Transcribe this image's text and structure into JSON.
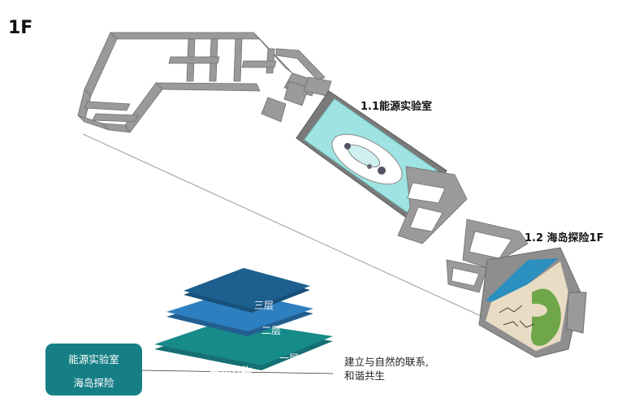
{
  "floor_label": "1F",
  "rooms": {
    "energy_lab": "1.1能源实验室",
    "island_adventure": "1.2 海岛探险1F"
  },
  "layers": {
    "third": "三层",
    "second": "二层",
    "first": "一层",
    "first_theme": "感知万物"
  },
  "zone_box": {
    "line1": "能源实验室",
    "line2": "海岛探险"
  },
  "description": {
    "line1": "建立与自然的联系,",
    "line2": "和谐共生"
  },
  "colors": {
    "wall": "#8e8e8e",
    "wall_top": "#bcbcbc",
    "pool": "#9fe3e3",
    "water": "#2b8fbf",
    "ground": "#e9dcc4",
    "grass": "#6fa64a",
    "layer_top": "#1d5f8f",
    "layer_mid": "#2e7fc0",
    "layer_bottom": "#178a8a",
    "zone_box": "#167F85"
  }
}
